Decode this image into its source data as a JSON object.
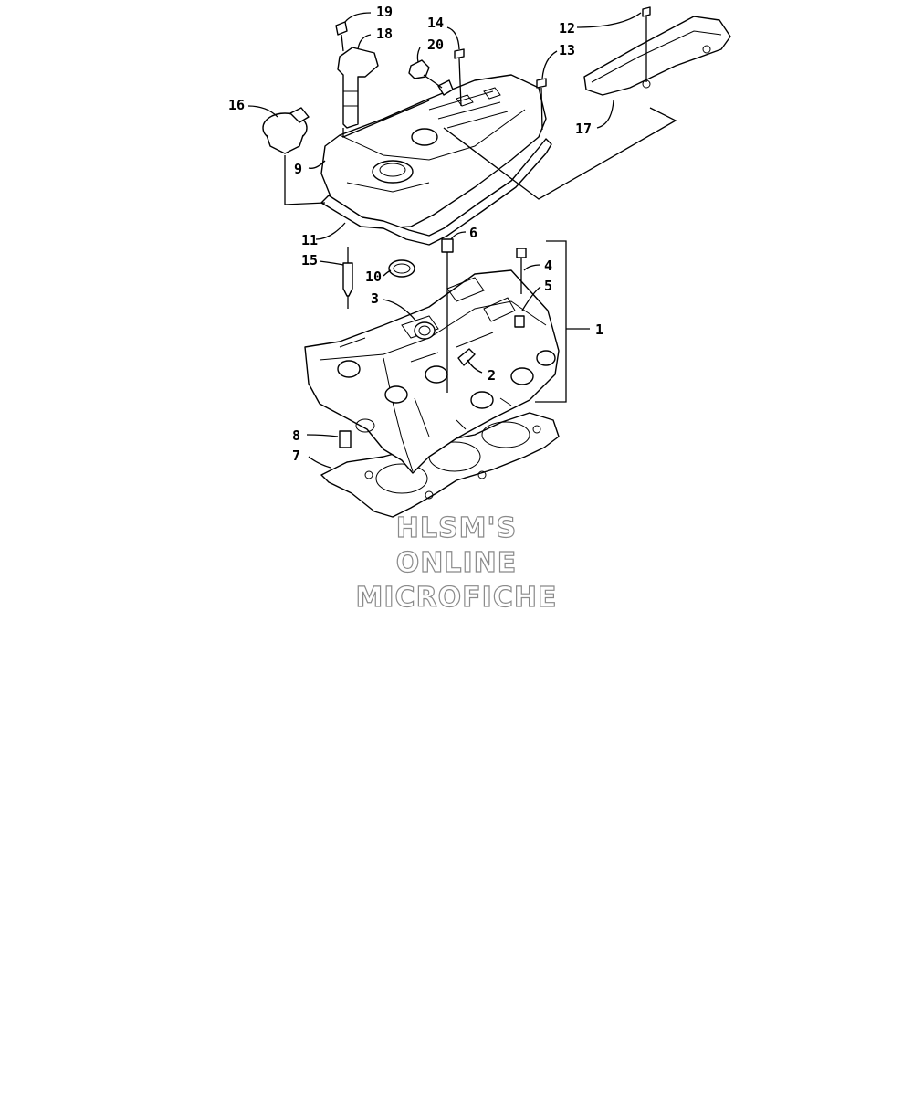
{
  "diagram": {
    "callouts": [
      {
        "id": "c1",
        "label": "1"
      },
      {
        "id": "c2",
        "label": "2"
      },
      {
        "id": "c3",
        "label": "3"
      },
      {
        "id": "c4",
        "label": "4"
      },
      {
        "id": "c5",
        "label": "5"
      },
      {
        "id": "c6",
        "label": "6"
      },
      {
        "id": "c7",
        "label": "7"
      },
      {
        "id": "c8",
        "label": "8"
      },
      {
        "id": "c9",
        "label": "9"
      },
      {
        "id": "c10",
        "label": "10"
      },
      {
        "id": "c11",
        "label": "11"
      },
      {
        "id": "c12",
        "label": "12"
      },
      {
        "id": "c13",
        "label": "13"
      },
      {
        "id": "c14",
        "label": "14"
      },
      {
        "id": "c15",
        "label": "15"
      },
      {
        "id": "c16",
        "label": "16"
      },
      {
        "id": "c17",
        "label": "17"
      },
      {
        "id": "c18",
        "label": "18"
      },
      {
        "id": "c19",
        "label": "19"
      },
      {
        "id": "c20",
        "label": "20"
      }
    ]
  },
  "watermark": {
    "line1": "HLSM'S",
    "line2": "ONLINE",
    "line3": "MICROFICHE"
  }
}
